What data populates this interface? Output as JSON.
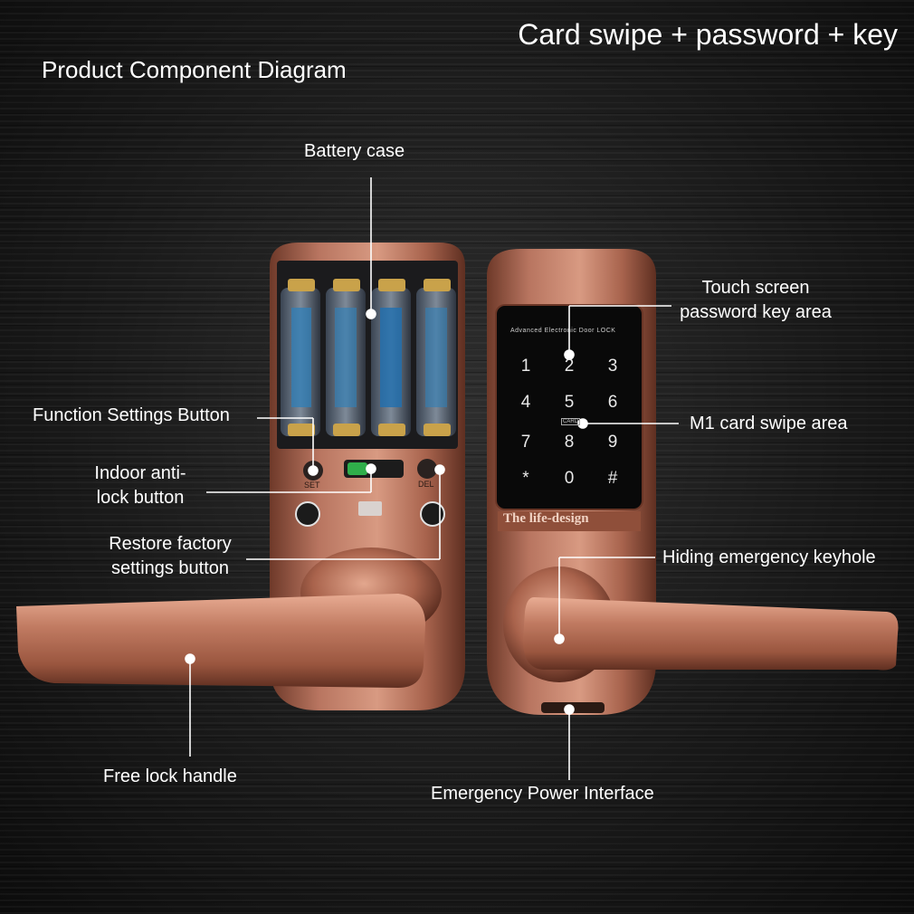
{
  "header": {
    "title": "Card swipe + password + key",
    "subtitle": "Product Component Diagram"
  },
  "labels": {
    "battery_case": "Battery case",
    "function_settings": "Function Settings Button",
    "indoor_anti_lock_1": "Indoor anti-",
    "indoor_anti_lock_2": "lock button",
    "restore_factory_1": "Restore factory",
    "restore_factory_2": "settings button",
    "free_lock_handle": "Free lock handle",
    "touch_screen_1": "Touch screen",
    "touch_screen_2": "password key area",
    "card_swipe": "M1 card swipe area",
    "emergency_keyhole": "Hiding emergency keyhole",
    "emergency_power": "Emergency Power Interface"
  },
  "device": {
    "screen_header": "Advanced Electronic Door LOCK",
    "brand": "The life-design",
    "card_tag": "CARD",
    "set_tag": "SET",
    "del_tag": "DEL",
    "keys": [
      "1",
      "2",
      "3",
      "4",
      "5",
      "6",
      "7",
      "8",
      "9",
      "*",
      "0",
      "#"
    ]
  },
  "colors": {
    "copper": "#b06a52",
    "copper_dark": "#6a3626",
    "copper_light": "#e0a58c",
    "screen": "#0a0a0a"
  }
}
